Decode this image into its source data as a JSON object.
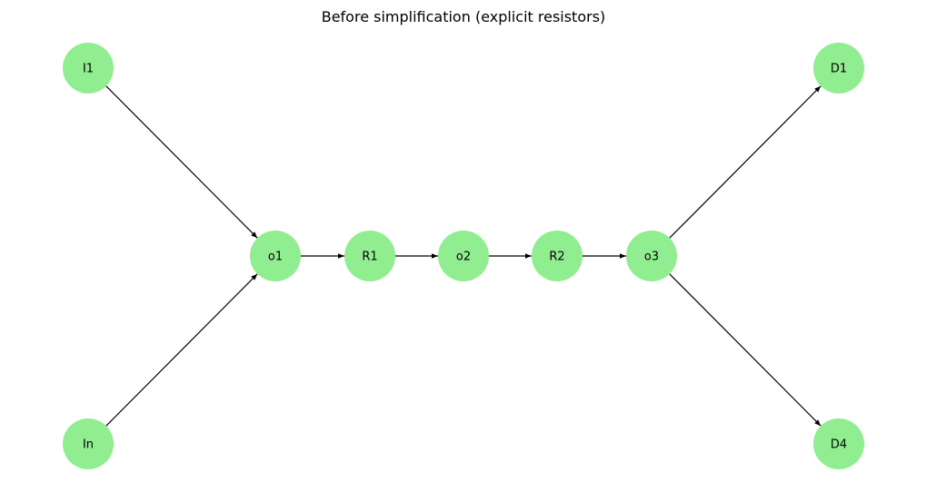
{
  "title": "Before simplification (explicit resistors)",
  "node_color": "#90ee90",
  "edge_color": "#000000",
  "nodes": [
    {
      "id": "I1",
      "label": "I1"
    },
    {
      "id": "In",
      "label": "In"
    },
    {
      "id": "o1",
      "label": "o1"
    },
    {
      "id": "R1",
      "label": "R1"
    },
    {
      "id": "o2",
      "label": "o2"
    },
    {
      "id": "R2",
      "label": "R2"
    },
    {
      "id": "o3",
      "label": "o3"
    },
    {
      "id": "D1",
      "label": "D1"
    },
    {
      "id": "D4",
      "label": "D4"
    }
  ],
  "edges": [
    {
      "from": "I1",
      "to": "o1"
    },
    {
      "from": "In",
      "to": "o1"
    },
    {
      "from": "o1",
      "to": "R1"
    },
    {
      "from": "R1",
      "to": "o2"
    },
    {
      "from": "o2",
      "to": "R2"
    },
    {
      "from": "R2",
      "to": "o3"
    },
    {
      "from": "o3",
      "to": "D1"
    },
    {
      "from": "o3",
      "to": "D4"
    }
  ]
}
